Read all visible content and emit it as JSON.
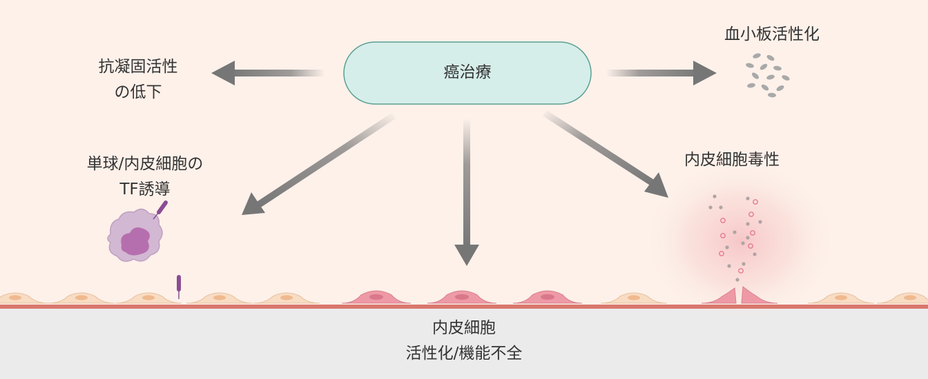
{
  "center": {
    "label": "癌治療"
  },
  "effects": {
    "anticoagulant": {
      "line1": "抗凝固活性",
      "line2": "の低下"
    },
    "platelet": {
      "label": "血小板活性化"
    },
    "tf_induction": {
      "line1": "単球/内皮細胞の",
      "line2": "TF誘導"
    },
    "endothelial_toxicity": {
      "label": "内皮細胞毒性"
    }
  },
  "bottom": {
    "line1": "内皮細胞",
    "line2": "活性化/機能不全"
  },
  "colors": {
    "background": "#fdf1ea",
    "bottom_band": "#ebebeb",
    "center_fill": "#d6eeea",
    "center_stroke": "#5a9f92",
    "arrow": "#767676",
    "normal_cell": "#f8dcc4",
    "activated_cell": "#ee9aa6",
    "monocyte": "#d2b8d2",
    "monocyte_nucleus": "#b66fae",
    "tf_receptor": "#8a4d92",
    "platelet": "#a9a9a9",
    "membrane": "#d9776e"
  }
}
